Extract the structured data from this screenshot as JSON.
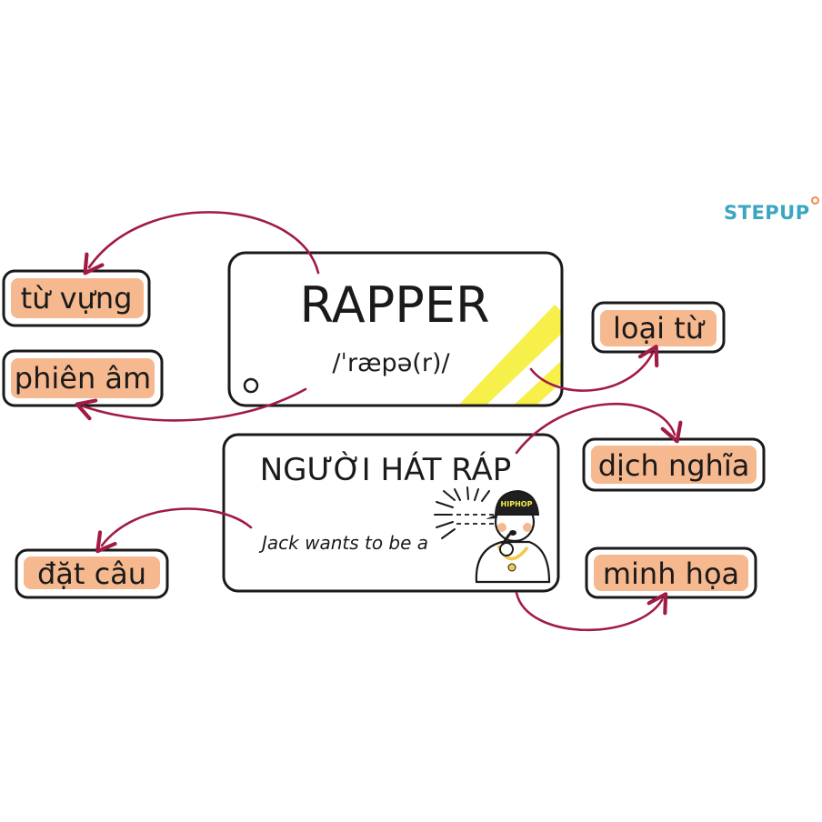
{
  "brand": {
    "logo_text": "STEPUP",
    "logo_color": "#3aa6c2",
    "logo_accent": "#f08a4b"
  },
  "card_word": {
    "word": "RAPPER",
    "ipa": "/ˈræpə(r)/"
  },
  "card_meaning": {
    "meaning": "NGƯỜI HÁT RÁP",
    "example": "Jack wants to be a",
    "cap_text": "HIPHOP"
  },
  "labels": {
    "vocabulary": "từ vựng",
    "pronunciation": "phiên âm",
    "word_type": "loại từ",
    "translation": "dịch nghĩa",
    "sentence": "đặt câu",
    "illustration": "minh họa"
  },
  "colors": {
    "label_highlight": "#f6b88e",
    "arrow": "#a11b44",
    "stripe": "#f7ef4a",
    "outline": "#1a1a1a"
  }
}
